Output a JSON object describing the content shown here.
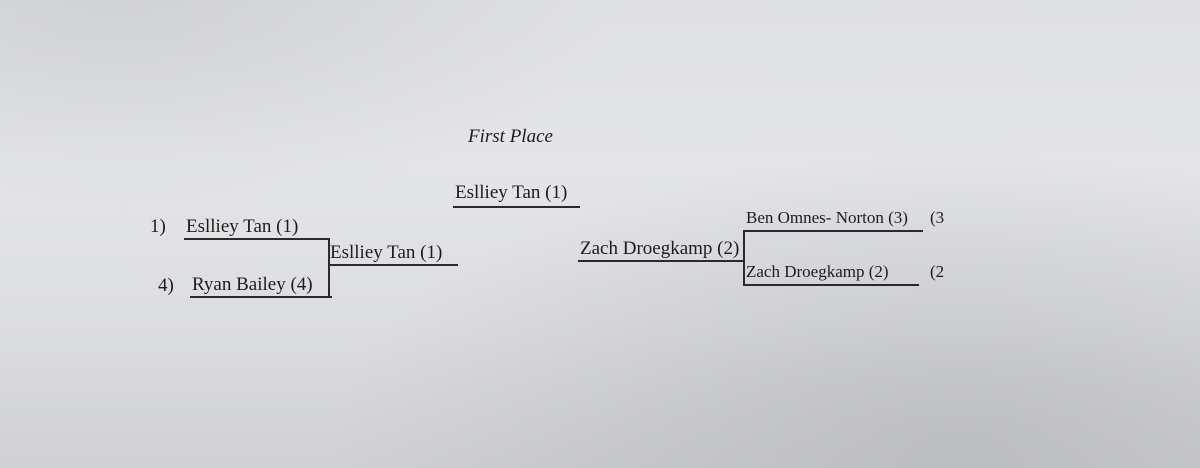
{
  "title": "First Place",
  "champion": "Eslliey Tan (1)",
  "left_bracket": {
    "seed1_number": "1)",
    "seed1_name": "Eslliey Tan (1)",
    "seed4_number": "4)",
    "seed4_name": "Ryan Bailey (4)",
    "winner": "Eslliey Tan (1)"
  },
  "right_bracket": {
    "seed3_name": "Ben Omnes- Norton (3)",
    "seed3_tag": "(3",
    "seed2_name": "Zach Droegkamp (2)",
    "seed2_tag": "(2",
    "winner": "Zach Droegkamp (2)"
  }
}
